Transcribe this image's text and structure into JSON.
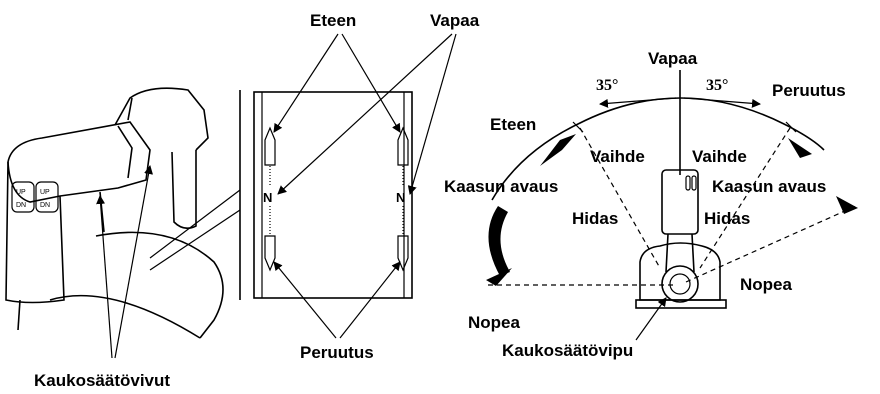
{
  "left_panel": {
    "label_remote_levers": "Kaukosäätövivut",
    "button_top_up": "UP",
    "button_top_dn": "DN",
    "button_second_up": "UP",
    "button_second_dn": "DN"
  },
  "middle_panel": {
    "label_forward": "Eteen",
    "label_neutral": "Vapaa",
    "label_reverse": "Peruutus",
    "neutral_mark_left": "N",
    "neutral_mark_right": "N"
  },
  "right_panel": {
    "label_neutral": "Vapaa",
    "angle_left": "35°",
    "angle_right": "35°",
    "label_reverse": "Peruutus",
    "label_forward": "Eteen",
    "gear_left": "Vaihde",
    "gear_right": "Vaihde",
    "throttle_left": "Kaasun avaus",
    "throttle_right": "Kaasun avaus",
    "slow_left": "Hidas",
    "slow_right": "Hidas",
    "fast_right": "Nopea",
    "fast_left": "Nopea",
    "label_remote_lever": "Kaukosäätövipu"
  }
}
